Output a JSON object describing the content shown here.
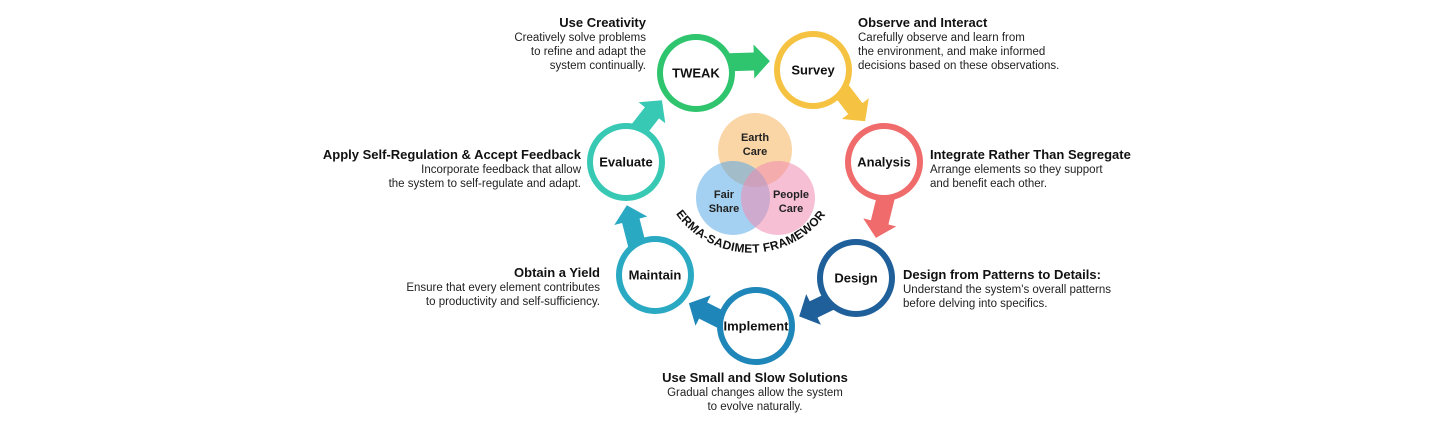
{
  "framework_title": "PERMA-SADIMET FRAMEWORK",
  "venn": [
    {
      "id": "earth",
      "label_lines": [
        "Earth",
        "Care"
      ],
      "color": "#f6b25c"
    },
    {
      "id": "fair",
      "label_lines": [
        "Fair",
        "Share"
      ],
      "color": "#5aa9e6"
    },
    {
      "id": "people",
      "label_lines": [
        "People",
        "Care"
      ],
      "color": "#f08ab0"
    }
  ],
  "stages": [
    {
      "id": "tweak",
      "label": "TWEAK",
      "color": "#2fc46e"
    },
    {
      "id": "survey",
      "label": "Survey",
      "color": "#f5c242"
    },
    {
      "id": "analysis",
      "label": "Analysis",
      "color": "#f06b6b"
    },
    {
      "id": "design",
      "label": "Design",
      "color": "#1f5f9a"
    },
    {
      "id": "implement",
      "label": "Implement",
      "color": "#1e86b8"
    },
    {
      "id": "maintain",
      "label": "Maintain",
      "color": "#2aa9c3"
    },
    {
      "id": "evaluate",
      "label": "Evaluate",
      "color": "#38c9b5"
    }
  ],
  "notes": {
    "tweak": {
      "heading": "Use Creativity",
      "body": "Creatively solve problems\nto refine and adapt the\nsystem continually."
    },
    "survey": {
      "heading": "Observe and Interact",
      "body": "Carefully observe and learn from\nthe environment, and make informed\ndecisions based on these observations."
    },
    "analysis": {
      "heading": "Integrate Rather Than Segregate",
      "body": "Arrange elements so they support\nand benefit each other."
    },
    "design": {
      "heading": "Design from Patterns to Details:",
      "body": "Understand the system's overall patterns\nbefore delving into specifics."
    },
    "implement": {
      "heading": "Use Small and Slow Solutions",
      "body": "Gradual changes allow the system\nto evolve naturally."
    },
    "maintain": {
      "heading": "Obtain a Yield",
      "body": "Ensure that every element contributes\nto productivity and self-sufficiency."
    },
    "evaluate": {
      "heading": "Apply Self-Regulation & Accept Feedback",
      "body": "Incorporate feedback that allow\nthe system to self-regulate and adapt."
    }
  }
}
